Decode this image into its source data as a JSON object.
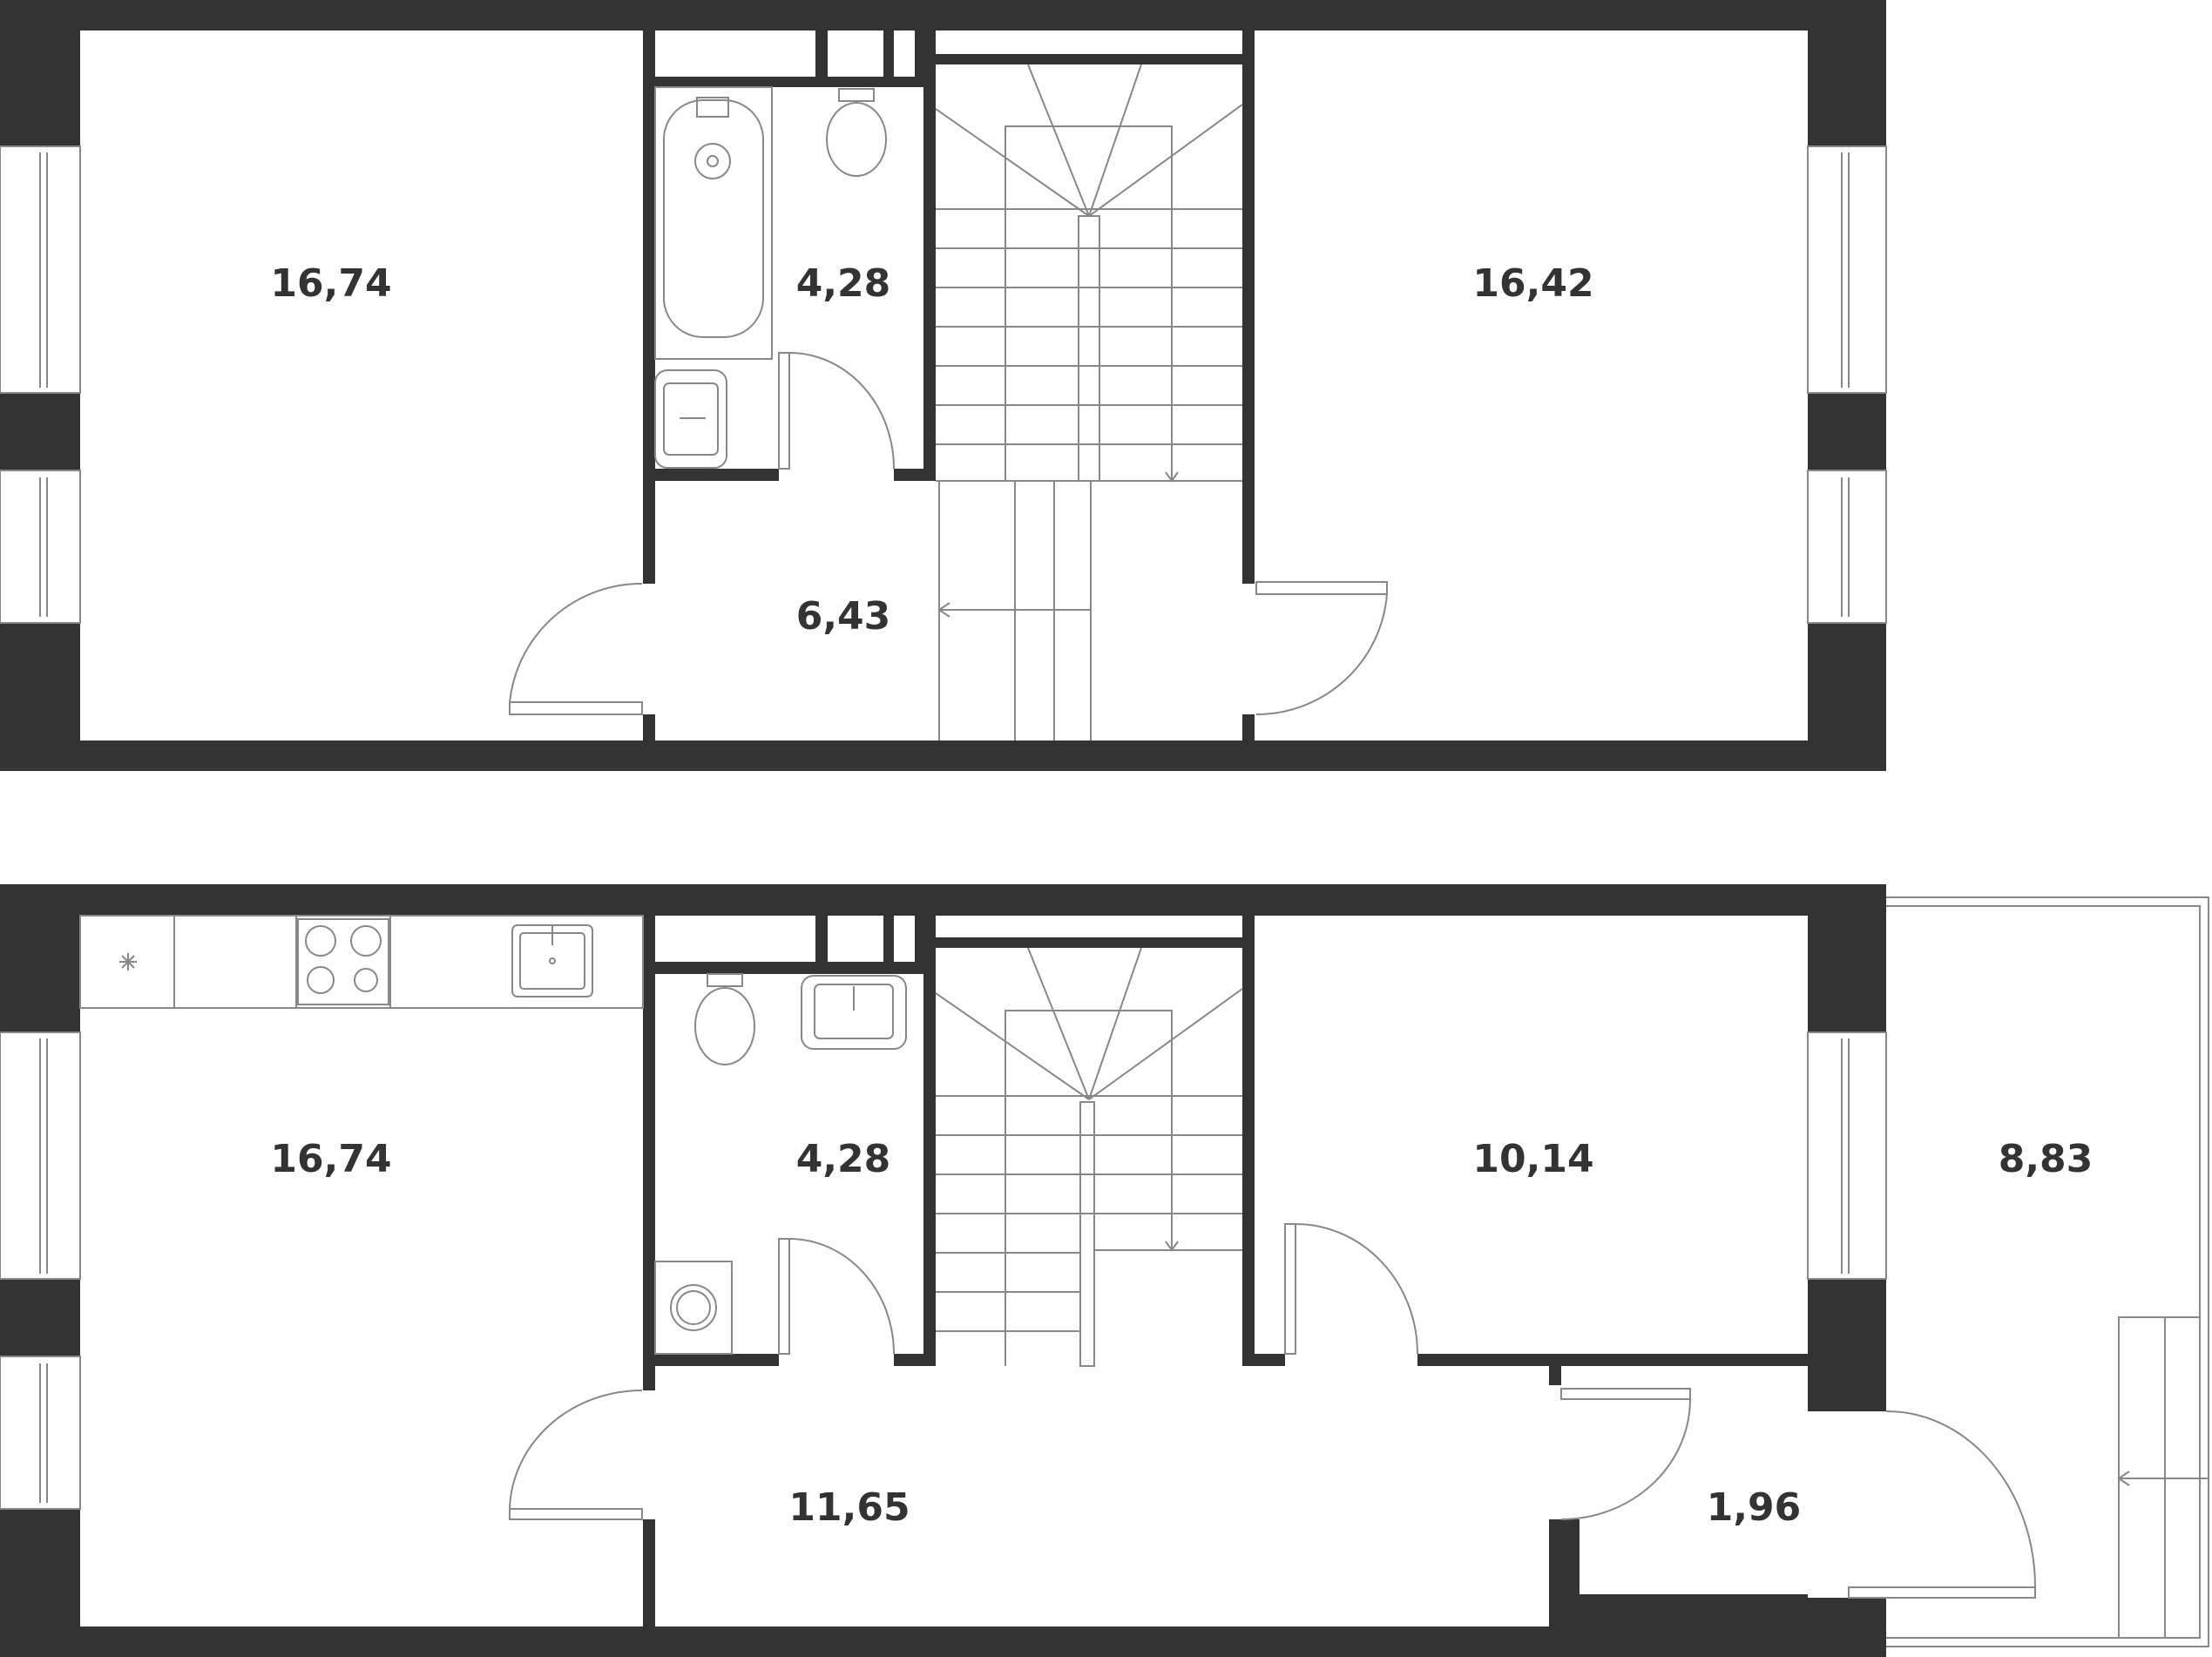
{
  "floors": [
    {
      "name": "upper-floor",
      "rooms": [
        {
          "id": "bedroom-left",
          "area": "16,74"
        },
        {
          "id": "bathroom",
          "area": "4,28"
        },
        {
          "id": "bedroom-right",
          "area": "16,42"
        },
        {
          "id": "hall",
          "area": "6,43"
        }
      ]
    },
    {
      "name": "lower-floor",
      "rooms": [
        {
          "id": "kitchen-living",
          "area": "16,74"
        },
        {
          "id": "bathroom",
          "area": "4,28"
        },
        {
          "id": "bedroom",
          "area": "10,14"
        },
        {
          "id": "terrace",
          "area": "8,83"
        },
        {
          "id": "hallway",
          "area": "11,65"
        },
        {
          "id": "vestibule",
          "area": "1,96"
        }
      ]
    }
  ],
  "colors": {
    "wall": "#333333",
    "fixture_line": "#888888",
    "label": "#333333"
  },
  "icons": [
    "window-icon",
    "door-swing-icon",
    "bathtub-icon",
    "toilet-icon",
    "sink-icon",
    "stove-icon",
    "washing-machine-icon",
    "staircase-icon",
    "hood-icon"
  ]
}
